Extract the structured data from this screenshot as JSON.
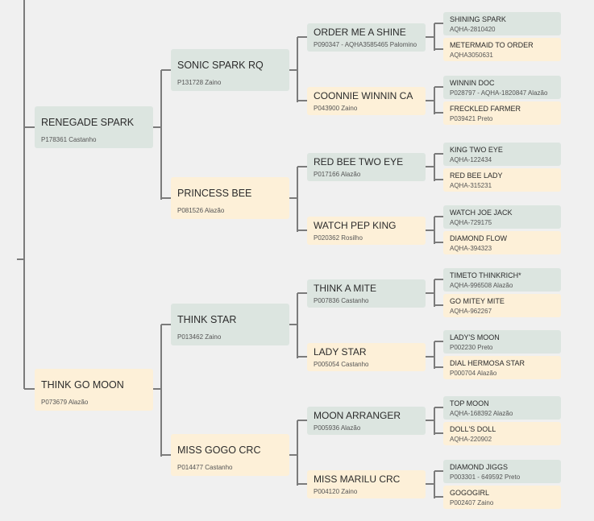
{
  "pedigree": {
    "sire": {
      "name": "RENEGADE SPARK",
      "sub": "P178361 Castanho"
    },
    "dam": {
      "name": "THINK GO MOON",
      "sub": "P073679 Alazão"
    },
    "gen2": [
      {
        "name": "SONIC SPARK RQ",
        "sub": "P131728 Zaino"
      },
      {
        "name": "PRINCESS BEE",
        "sub": "P081526 Alazão"
      },
      {
        "name": "THINK STAR",
        "sub": "P013462 Zaino"
      },
      {
        "name": "MISS GOGO CRC",
        "sub": "P014477 Castanho"
      }
    ],
    "gen3": [
      {
        "name": "ORDER ME A SHINE",
        "sub": "P090347 - AQHA3585465 Palomino"
      },
      {
        "name": "COONNIE WINNIN CA",
        "sub": "P043900 Zaino"
      },
      {
        "name": "RED BEE TWO EYE",
        "sub": "P017166 Alazão"
      },
      {
        "name": "WATCH PEP KING",
        "sub": "P020362 Rosilho"
      },
      {
        "name": "THINK A MITE",
        "sub": "P007836 Castanho"
      },
      {
        "name": "LADY STAR",
        "sub": "P005054 Castanho"
      },
      {
        "name": "MOON ARRANGER",
        "sub": "P005936 Alazão"
      },
      {
        "name": "MISS MARILU CRC",
        "sub": "P004120 Zaino"
      }
    ],
    "gen4": [
      {
        "name": "SHINING SPARK",
        "sub": "AQHA-2810420"
      },
      {
        "name": "METERMAID TO ORDER",
        "sub": "AQHA3050631"
      },
      {
        "name": "WINNIN DOC",
        "sub": "P028797 - AQHA-1820847 Alazão"
      },
      {
        "name": "FRECKLED FARMER",
        "sub": "P039421 Preto"
      },
      {
        "name": "KING TWO EYE",
        "sub": "AQHA-122434"
      },
      {
        "name": "RED BEE LADY",
        "sub": "AQHA-315231"
      },
      {
        "name": "WATCH JOE JACK",
        "sub": "AQHA-729175"
      },
      {
        "name": "DIAMOND FLOW",
        "sub": "AQHA-394323"
      },
      {
        "name": "TIMETO THINKRICH*",
        "sub": "AQHA-996508 Alazão"
      },
      {
        "name": "GO MITEY MITE",
        "sub": "AQHA-962267"
      },
      {
        "name": "LADY'S MOON",
        "sub": "P002230 Preto"
      },
      {
        "name": "DIAL HERMOSA STAR",
        "sub": "P000704 Alazão"
      },
      {
        "name": "TOP MOON",
        "sub": "AQHA-168392 Alazão"
      },
      {
        "name": "DOLL'S DOLL",
        "sub": "AQHA-220902"
      },
      {
        "name": "DIAMOND JIGGS",
        "sub": "P003301 - 649592 Preto"
      },
      {
        "name": "GOGOGIRL",
        "sub": "P002407 Zaino"
      }
    ]
  },
  "colors": {
    "male": "#dce5e0",
    "female": "#fdf0d8",
    "line": "#7b7b7b",
    "background": "#f0f0f0"
  }
}
